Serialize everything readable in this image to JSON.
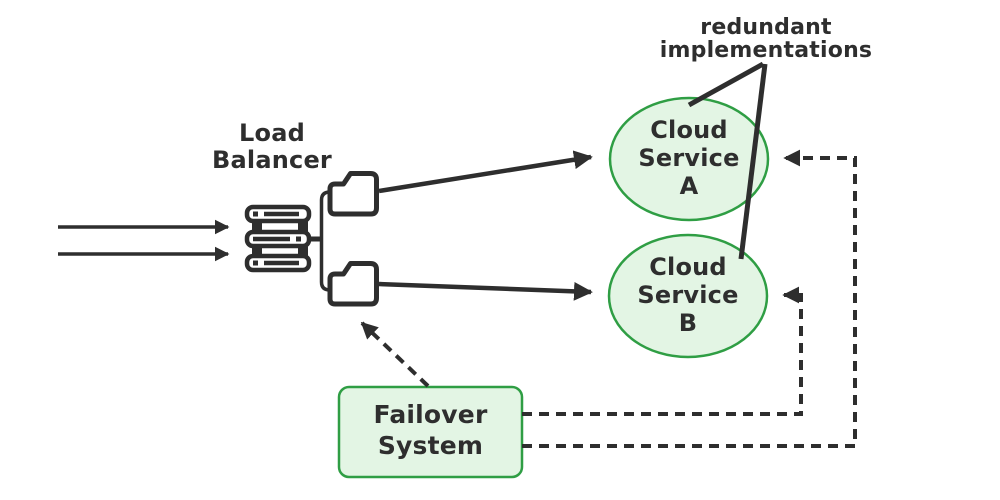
{
  "diagram": {
    "type": "architecture-diagram",
    "annotation": {
      "line1": "redundant",
      "line2": "implementations"
    },
    "load_balancer": {
      "line1": "Load",
      "line2": "Balancer",
      "icon": "server-stack-icon"
    },
    "routes": {
      "route_a_icon": "folder-icon",
      "route_b_icon": "folder-icon"
    },
    "cloud_service_a": {
      "line1": "Cloud",
      "line2": "Service",
      "line3": "A"
    },
    "cloud_service_b": {
      "line1": "Cloud",
      "line2": "Service",
      "line3": "B"
    },
    "failover": {
      "line1": "Failover",
      "line2": "System"
    },
    "edges": {
      "incoming_requests": 2,
      "solid_arrows": [
        "load-balancer to cloud-service-a",
        "load-balancer to cloud-service-b"
      ],
      "dashed_arrows": [
        "failover-system to cloud-service-a",
        "failover-system to cloud-service-b",
        "failover-system to route-folder-b"
      ]
    }
  },
  "colors": {
    "--ink": "#2e2e2e",
    "--green-stroke": "#2f9e44",
    "--green-fill": "#e3f5e4",
    "--bg": "#ffffff"
  }
}
